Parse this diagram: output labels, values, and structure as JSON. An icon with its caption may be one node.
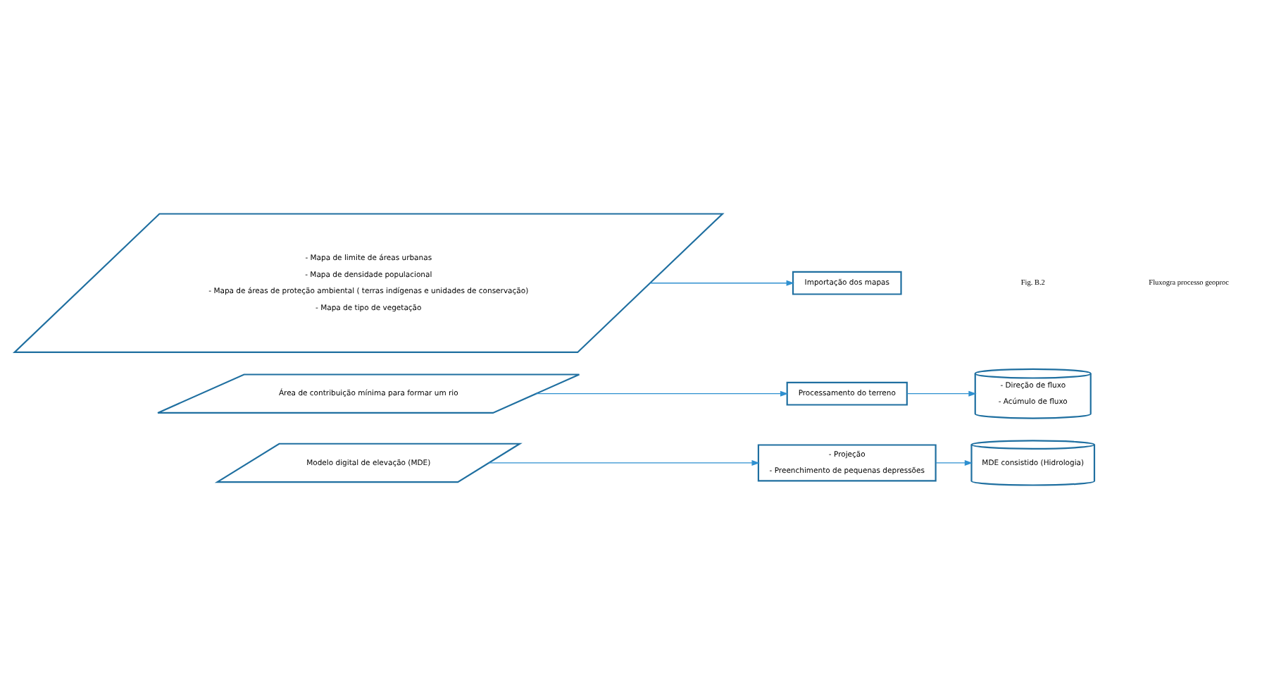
{
  "diagram": {
    "nodes": [
      {
        "text": [
          "Modelo digital de elevação (MDE)"
        ]
      },
      {
        "text": [
          "- Projeção",
          "- Preenchimento de pequenas depressões"
        ]
      },
      {
        "text": [
          "MDE consistido (Hidrologia)"
        ]
      },
      {
        "text": [
          "Área de contribuição mínima para formar um rio"
        ]
      },
      {
        "text": [
          "Processamento do terreno"
        ]
      },
      {
        "text": [
          "- Direção de fluxo",
          "- Acúmulo de fluxo"
        ]
      },
      {
        "text": [
          "- Mapa de limite de áreas urbanas",
          "- Mapa de densidade populacional",
          "- Mapa de áreas de proteção ambiental ( terras indígenas e unidades de conservação)",
          "- Mapa de tipo de vegetação"
        ]
      },
      {
        "text": [
          "Importação dos mapas"
        ]
      }
    ],
    "edges": [
      {
        "from": 0,
        "to": 1,
        "arrow": "to"
      },
      {
        "from": 1,
        "to": 2,
        "arrow": "to"
      },
      {
        "from": 3,
        "to": 4,
        "arrow": "to"
      },
      {
        "from": 4,
        "to": 5,
        "arrow": "to"
      },
      {
        "from": 6,
        "to": 7,
        "arrow": "to"
      }
    ],
    "labels": [
      "Fig. B.2",
      "Fluxogra processo geoproc"
    ]
  }
}
